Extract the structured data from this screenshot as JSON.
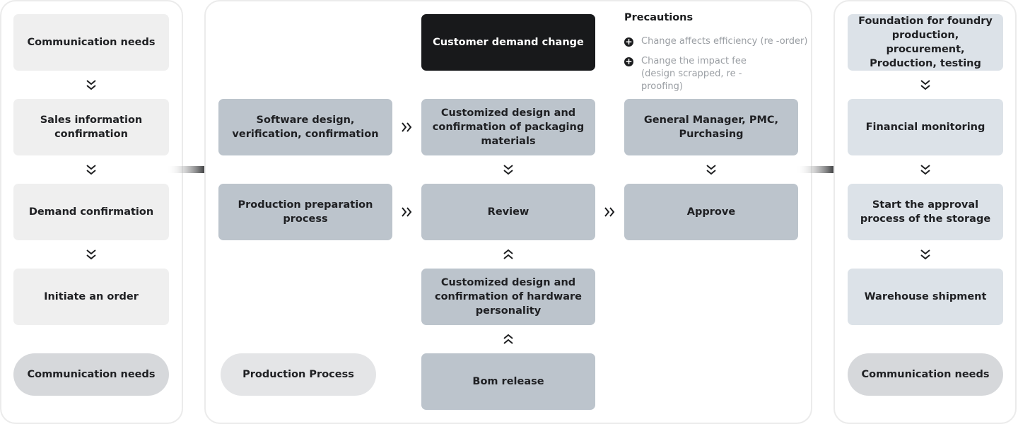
{
  "left": {
    "boxes": [
      "Communication needs",
      "Sales information confirmation",
      "Demand confirmation",
      "Initiate an order"
    ],
    "pill": "Communication needs"
  },
  "middle": {
    "top_box": "Customer demand change",
    "precautions": {
      "title": "Precautions",
      "items": [
        "Change affects efficiency (re -order)",
        "Change the impact fee (design scrapped, re -proofing)"
      ]
    },
    "software": "Software design, verification, confirmation",
    "packaging": "Customized design and confirmation of packaging materials",
    "gm": "General Manager, PMC, Purchasing",
    "prep": "Production preparation process",
    "review": "Review",
    "approve": "Approve",
    "hardware": "Customized design and confirmation of hardware personality",
    "bom": "Bom release",
    "pill": "Production Process"
  },
  "right": {
    "boxes": [
      "Foundation for foundry production, procurement, Production, testing",
      "Financial monitoring",
      "Start the approval process of the storage",
      "Warehouse shipment"
    ],
    "pill": "Communication needs"
  },
  "colors": {
    "box_light": "#efefef",
    "box_mid": "#bcc4cc",
    "box_pale": "#dce2e8",
    "box_dark": "#18191b",
    "border": "#ebebeb"
  },
  "icons": [
    "double-chevron-down-icon",
    "double-chevron-up-icon",
    "double-chevron-right-icon",
    "arrow-right-icon",
    "plus-circle-icon"
  ]
}
